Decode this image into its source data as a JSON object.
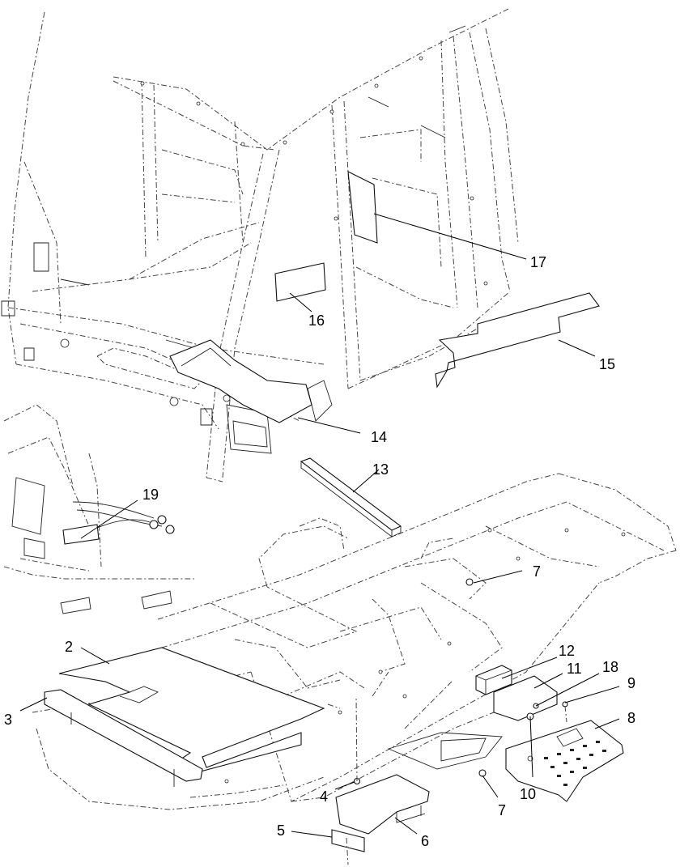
{
  "callouts": [
    {
      "id": "c17",
      "label": "17"
    },
    {
      "id": "c16",
      "label": "16"
    },
    {
      "id": "c15",
      "label": "15"
    },
    {
      "id": "c14",
      "label": "14"
    },
    {
      "id": "c13",
      "label": "13"
    },
    {
      "id": "c19",
      "label": "19"
    },
    {
      "id": "c7a",
      "label": "7"
    },
    {
      "id": "c2",
      "label": "2"
    },
    {
      "id": "c12",
      "label": "12"
    },
    {
      "id": "c11",
      "label": "11"
    },
    {
      "id": "c18",
      "label": "18"
    },
    {
      "id": "c9",
      "label": "9"
    },
    {
      "id": "c3",
      "label": "3"
    },
    {
      "id": "c8",
      "label": "8"
    },
    {
      "id": "c4",
      "label": "4"
    },
    {
      "id": "c10",
      "label": "10"
    },
    {
      "id": "c7b",
      "label": "7"
    },
    {
      "id": "c5",
      "label": "5"
    },
    {
      "id": "c6",
      "label": "6"
    }
  ]
}
